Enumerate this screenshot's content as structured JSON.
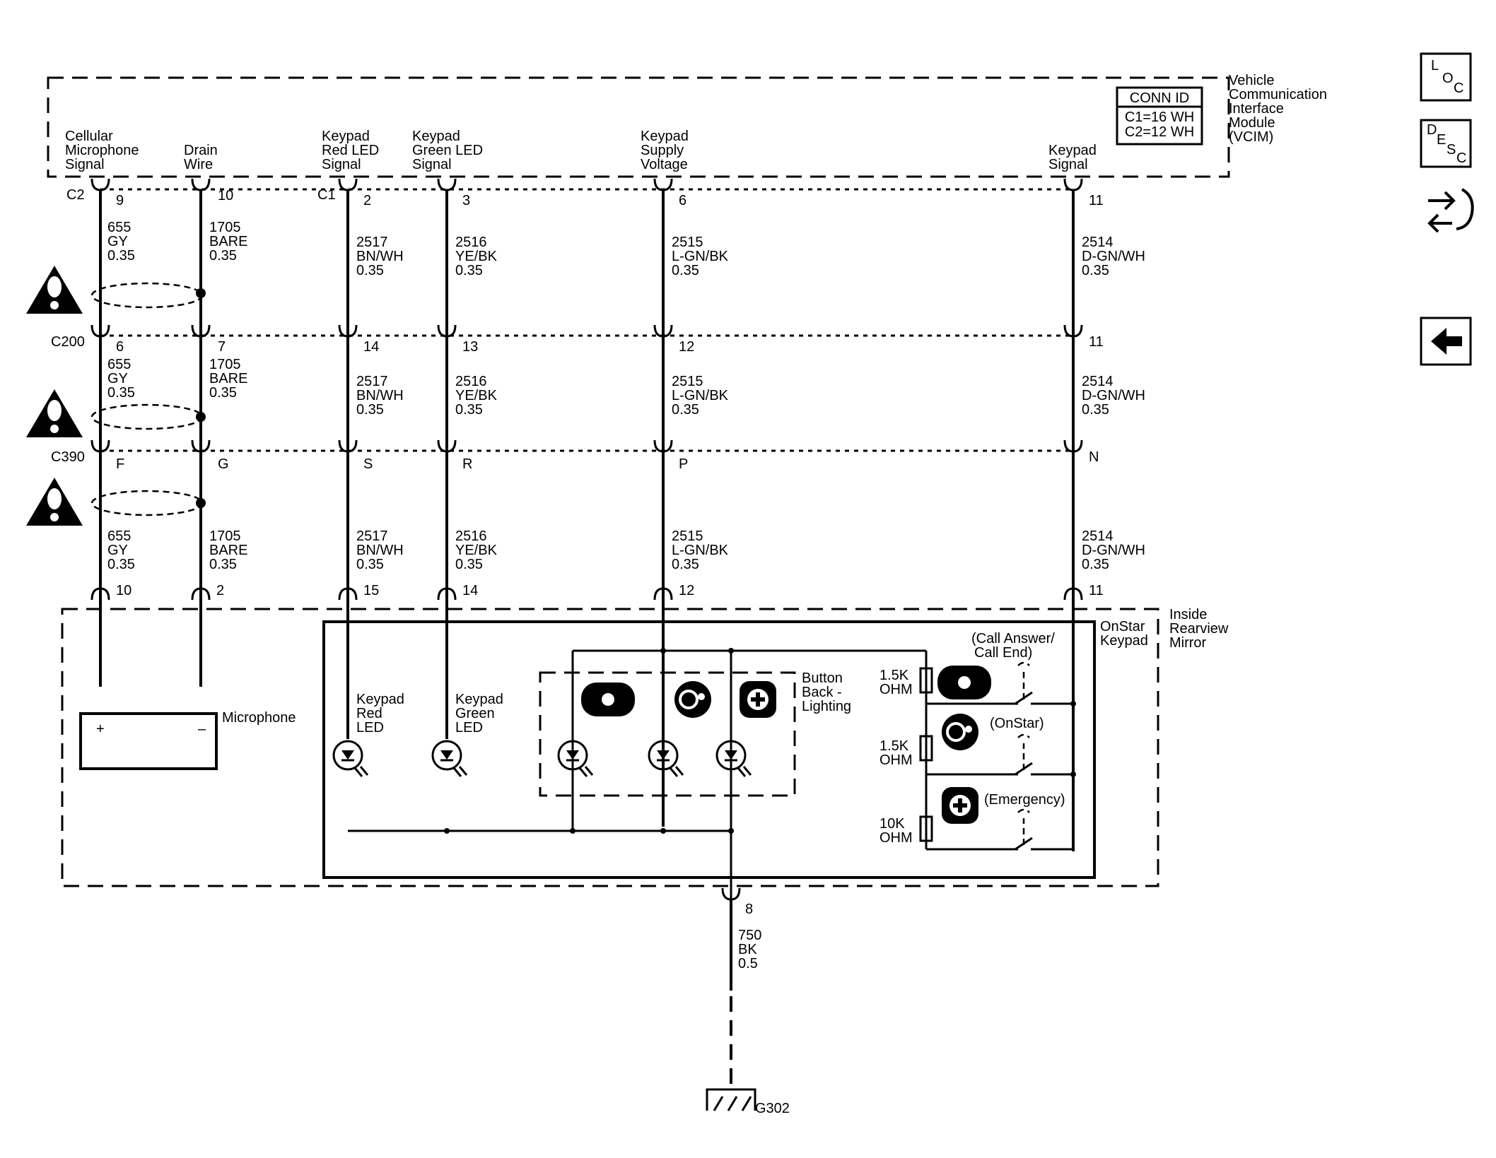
{
  "vcim": {
    "title_lines": [
      "Vehicle",
      "Communication",
      "Interface",
      "Module",
      "(VCIM)"
    ],
    "conn_id_header": "CONN ID",
    "conn_id_lines": [
      "C1=16 WH",
      "C2=12 WH"
    ]
  },
  "signals": [
    [
      "Cellular",
      "Microphone",
      "Signal"
    ],
    [
      "Drain",
      "Wire"
    ],
    [
      "Keypad",
      "Red LED",
      "Signal"
    ],
    [
      "Keypad",
      "Green LED",
      "Signal"
    ],
    [
      "Keypad",
      "Supply",
      "Voltage"
    ],
    [
      "Keypad",
      "Signal"
    ]
  ],
  "connector_ids": {
    "c2": "C2",
    "c1": "C1",
    "c200": "C200",
    "c390": "C390"
  },
  "pins": {
    "vcim": [
      "9",
      "10",
      "2",
      "3",
      "6",
      "11"
    ],
    "c200": [
      "6",
      "7",
      "14",
      "13",
      "12",
      "11"
    ],
    "c390": [
      "F",
      "G",
      "S",
      "R",
      "P",
      "N"
    ],
    "mirror": [
      "10",
      "2",
      "15",
      "14",
      "12",
      "11"
    ],
    "ground": "8"
  },
  "wires": [
    [
      "655",
      "GY",
      "0.35"
    ],
    [
      "1705",
      "BARE",
      "0.35"
    ],
    [
      "2517",
      "BN/WH",
      "0.35"
    ],
    [
      "2516",
      "YE/BK",
      "0.35"
    ],
    [
      "2515",
      "L-GN/BK",
      "0.35"
    ],
    [
      "2514",
      "D-GN/WH",
      "0.35"
    ]
  ],
  "ground_wire": [
    "750",
    "BK",
    "0.5"
  ],
  "ground_id": "G302",
  "mirror": {
    "title_lines": [
      "Inside",
      "Rearview",
      "Mirror"
    ],
    "keypad_lines": [
      "OnStar",
      "Keypad"
    ],
    "microphone": "Microphone",
    "mic_plus": "+",
    "mic_minus": "–",
    "red_led": [
      "Keypad",
      "Red",
      "LED"
    ],
    "green_led": [
      "Keypad",
      "Green",
      "LED"
    ],
    "backlight": [
      "Button",
      "Back -",
      "Lighting"
    ],
    "resistors": [
      [
        "1.5K",
        "OHM"
      ],
      [
        "1.5K",
        "OHM"
      ],
      [
        "10K",
        "OHM"
      ]
    ],
    "call_answer": [
      "(Call Answer/",
      "Call End)"
    ],
    "onstar": "(OnStar)",
    "emergency": "(Emergency)"
  },
  "nav": {
    "loc": [
      "L",
      "O",
      "C"
    ],
    "desc": [
      "D",
      "E",
      "S",
      "C"
    ]
  }
}
